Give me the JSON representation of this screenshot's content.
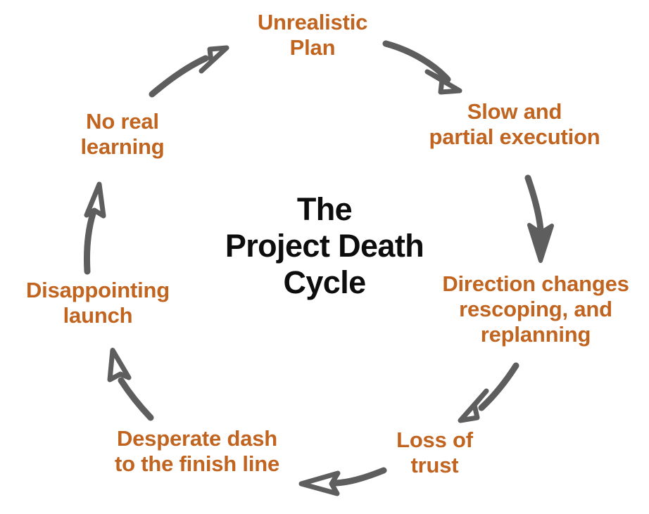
{
  "diagram": {
    "title": "The\nProject Death\nCycle",
    "type": "cycle",
    "accent_color": "#C16420",
    "title_color": "#0d0d0d",
    "arrow_color": "#5E5E5E",
    "background_color": "#ffffff",
    "nodes": [
      {
        "id": "unrealistic-plan",
        "label": "Unrealistic\nPlan",
        "position": "top"
      },
      {
        "id": "slow-partial-execution",
        "label": "Slow and\npartial execution",
        "position": "top-right"
      },
      {
        "id": "direction-changes",
        "label": "Direction changes\nrescoping, and\nreplanning",
        "position": "right"
      },
      {
        "id": "loss-of-trust",
        "label": "Loss of\ntrust",
        "position": "bottom-right"
      },
      {
        "id": "desperate-dash",
        "label": "Desperate dash\nto the finish line",
        "position": "bottom-left"
      },
      {
        "id": "disappointing-launch",
        "label": "Disappointing\nlaunch",
        "position": "left"
      },
      {
        "id": "no-real-learning",
        "label": "No real\nlearning",
        "position": "top-left"
      }
    ],
    "arrows": [
      {
        "id": "arrow-plan-to-execution",
        "from": "unrealistic-plan",
        "to": "slow-partial-execution"
      },
      {
        "id": "arrow-execution-to-direction",
        "from": "slow-partial-execution",
        "to": "direction-changes"
      },
      {
        "id": "arrow-direction-to-trust",
        "from": "direction-changes",
        "to": "loss-of-trust"
      },
      {
        "id": "arrow-trust-to-dash",
        "from": "loss-of-trust",
        "to": "desperate-dash"
      },
      {
        "id": "arrow-dash-to-launch",
        "from": "desperate-dash",
        "to": "disappointing-launch"
      },
      {
        "id": "arrow-launch-to-learning",
        "from": "disappointing-launch",
        "to": "no-real-learning"
      },
      {
        "id": "arrow-learning-to-plan",
        "from": "no-real-learning",
        "to": "unrealistic-plan"
      }
    ]
  }
}
